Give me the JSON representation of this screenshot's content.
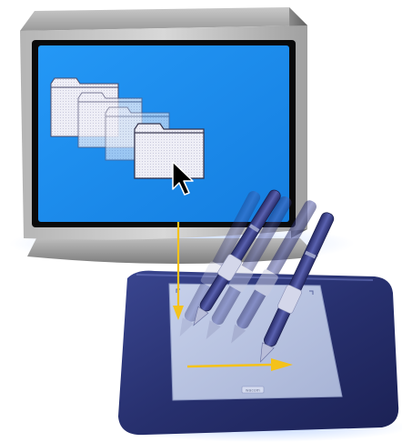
{
  "scene": {
    "description_label": "",
    "colors": {
      "screen_blue": "#1a8cf0",
      "monitor_frame": "#9a9a9a",
      "tablet_body": "#283070",
      "tablet_surface": "#b9c4e0",
      "arrow_yellow": "#f4c21a",
      "folder_fill": "#ececf4",
      "pen_body": "#3a3f82",
      "background": "#ffffff"
    },
    "icons": {
      "folder": "folder-icon",
      "cursor": "arrow-cursor-icon",
      "pen": "stylus-pen-icon"
    }
  },
  "monitor": {
    "folder_count": 4
  },
  "tablet": {
    "brand_label": "wacom"
  },
  "arrows": {
    "vertical_arrow": "cursor-to-tablet-arrow",
    "horizontal_arrow": "pen-motion-arrow"
  }
}
